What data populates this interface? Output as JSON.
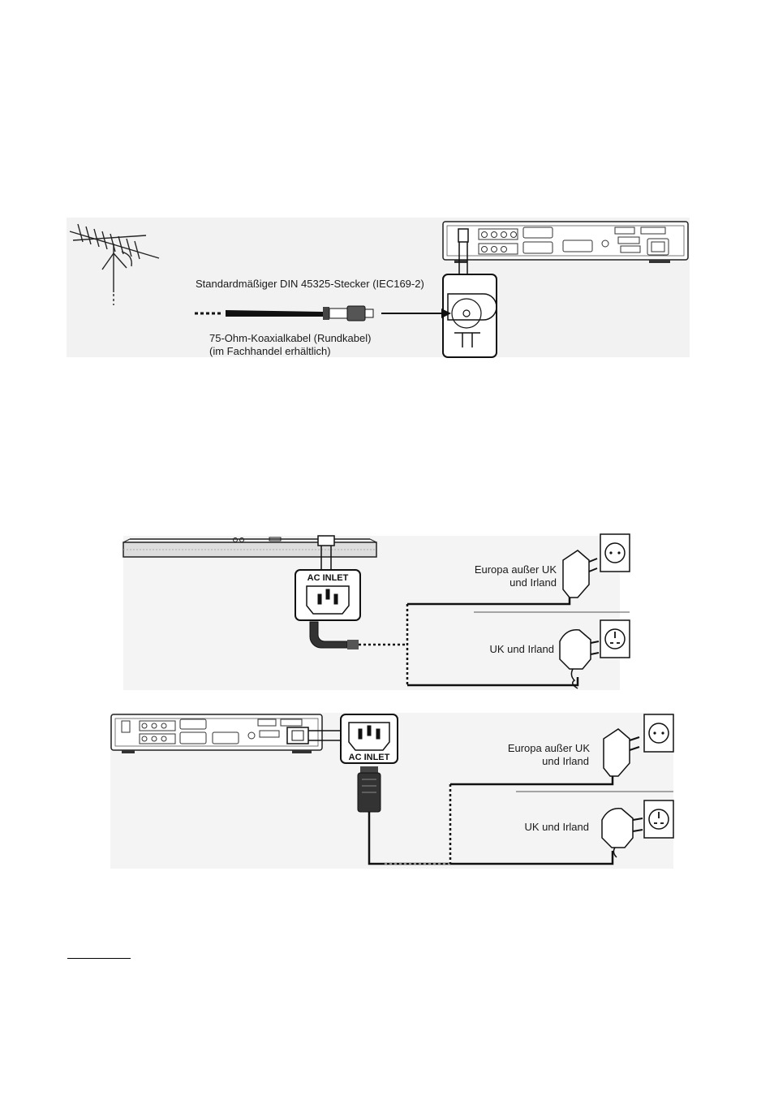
{
  "antenna_section": {
    "plug_label": "Standardmäßiger DIN 45325-Stecker (IEC169-2)",
    "cable_label_line1": "75-Ohm-Koaxialkabel (Rundkabel)",
    "cable_label_line2": "(im Fachhandel erhältlich)"
  },
  "power_section_top": {
    "inlet_label": "AC INLET",
    "plug_europe_line1": "Europa außer UK",
    "plug_europe_line2": "und Irland",
    "plug_uk": "UK und Irland"
  },
  "power_section_bottom": {
    "inlet_label": "AC INLET",
    "plug_europe_line1": "Europa außer UK",
    "plug_europe_line2": "und Irland",
    "plug_uk": "UK und Irland"
  }
}
